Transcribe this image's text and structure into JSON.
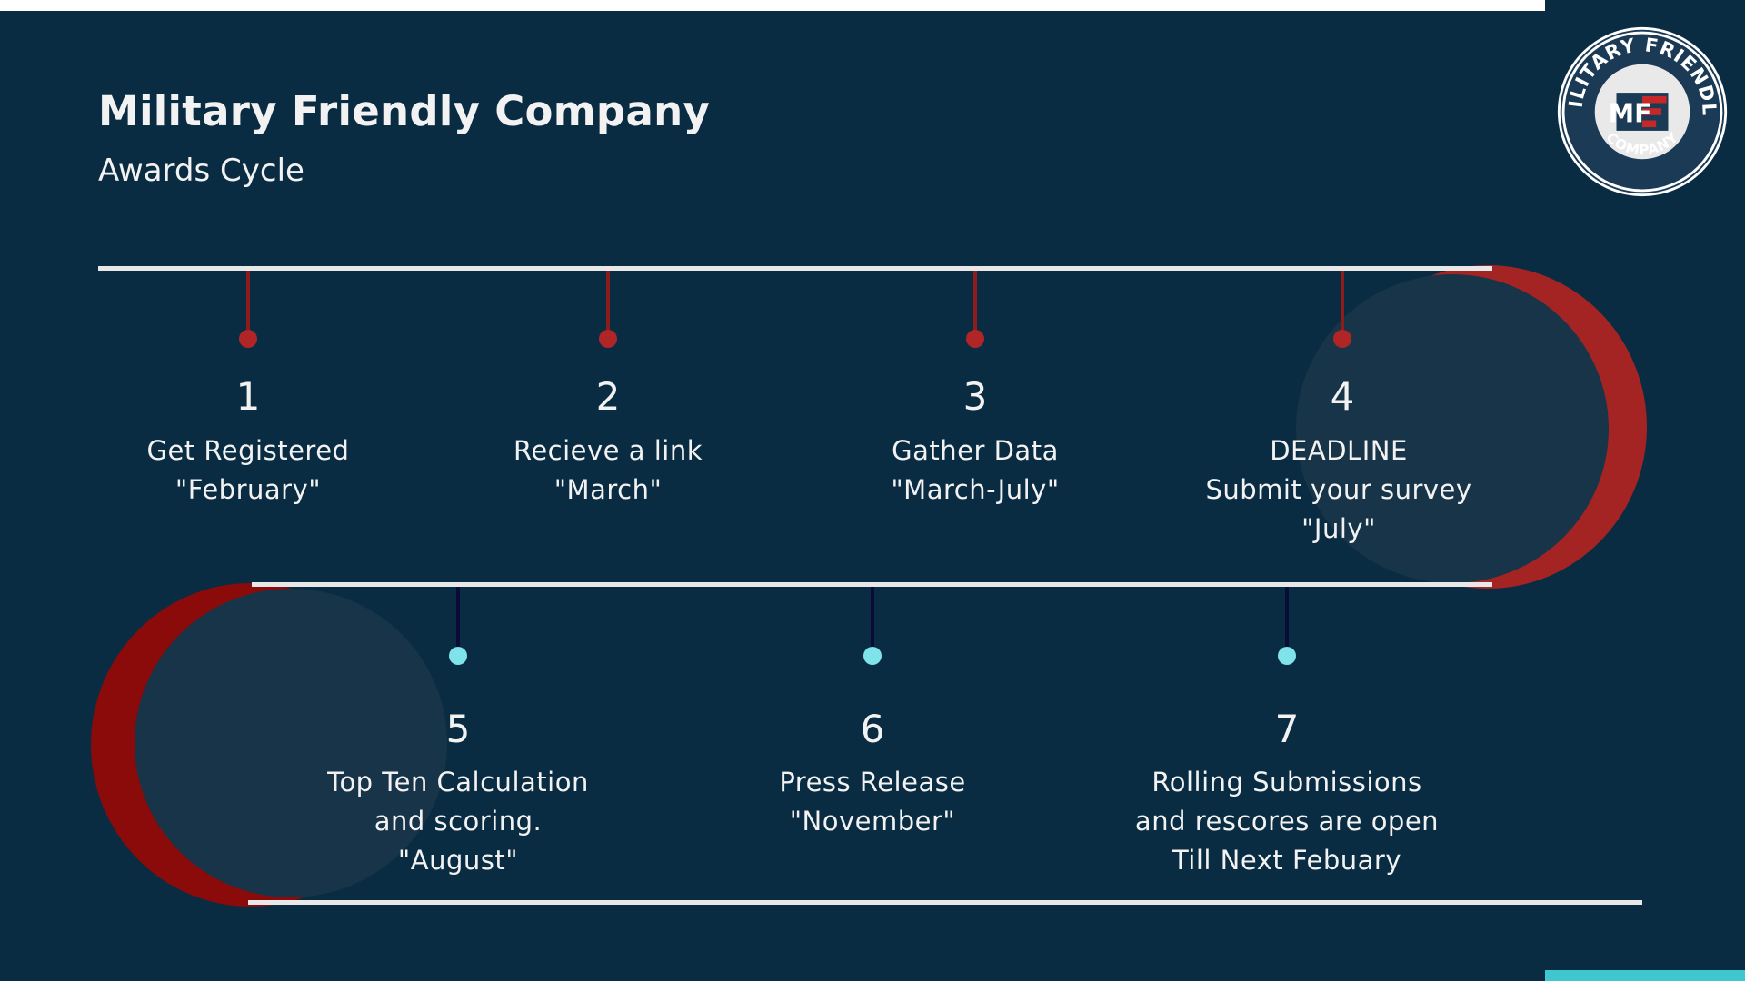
{
  "header": {
    "title": "Military Friendly Company",
    "subtitle": "Awards Cycle"
  },
  "logo": {
    "top_text": "MILITARY FRIENDLY",
    "bottom_text": "COMPANY",
    "mark": "MF"
  },
  "colors": {
    "background": "#0a2c42",
    "rail": "#e8e8e8",
    "moon_top": "#a42424",
    "moon_bottom": "#8b0a0a",
    "top_stem": "#8e1c1c",
    "top_dot": "#b02626",
    "bottom_stem": "#0b0b3a",
    "bottom_dot": "#7fe3ea",
    "accent_bar": "#3fc6cf"
  },
  "steps": [
    {
      "number": "1",
      "lines": [
        "Get Registered",
        "\"February\""
      ]
    },
    {
      "number": "2",
      "lines": [
        "Recieve a link",
        "\"March\""
      ]
    },
    {
      "number": "3",
      "lines": [
        "Gather Data",
        "\"March-July\""
      ]
    },
    {
      "number": "4",
      "lines": [
        "DEADLINE",
        "Submit your survey",
        "\"July\""
      ]
    },
    {
      "number": "5",
      "lines": [
        "Top Ten Calculation",
        "and scoring.",
        "\"August\""
      ]
    },
    {
      "number": "6",
      "lines": [
        "Press Release",
        "\"November\""
      ]
    },
    {
      "number": "7",
      "lines": [
        "Rolling Submissions",
        "and rescores are open",
        "Till Next Febuary"
      ]
    }
  ]
}
